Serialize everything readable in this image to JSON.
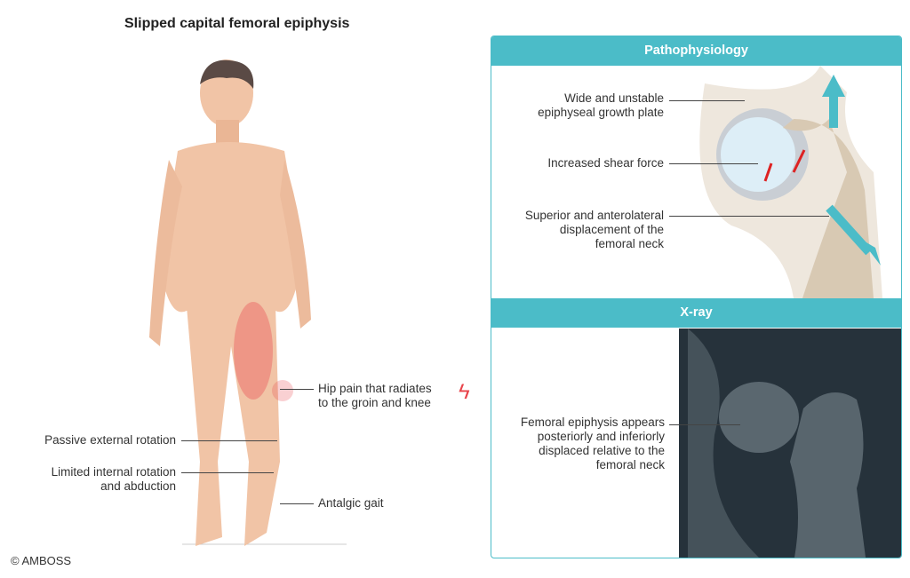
{
  "title": "Slipped capital femoral epiphysis",
  "figure_labels": {
    "hip_pain": "Hip pain that radiates\nto the groin and knee",
    "passive_rotation": "Passive external rotation",
    "limited_rotation": "Limited internal rotation\nand abduction",
    "antalgic_gait": "Antalgic gait"
  },
  "pathophysiology": {
    "header": "Pathophysiology",
    "labels": {
      "growth_plate": "Wide and unstable\nepiphyseal growth plate",
      "shear_force": "Increased shear force",
      "displacement": "Superior and anterolateral\ndisplacement of the\nfemoral neck"
    }
  },
  "xray": {
    "header": "X-ray",
    "label": "Femoral epiphysis appears\nposteriorly and inferiorly\ndisplaced relative to the\nfemoral neck"
  },
  "copyright": "© AMBOSS",
  "colors": {
    "accent": "#4bbcc8",
    "skin": "#f1c4a6",
    "pain": "#e8434a",
    "xray_bg": "#26323b"
  }
}
